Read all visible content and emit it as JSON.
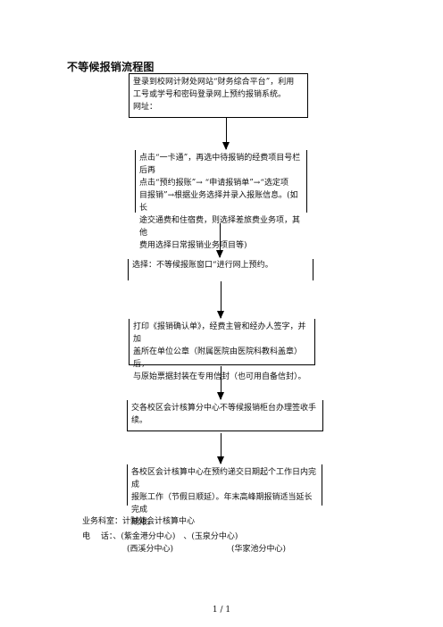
{
  "title": "不等候报销流程图",
  "steps": [
    [
      "登录到校网计财处网站“财务综合平台”，利用",
      "工号或学号和密码登录网上预约报销系统。",
      "网址："
    ],
    [
      "点击“一卡通”，再选中待报销的经费项目号栏后再",
      "点击“预约报账”→ “申请报销单”→“选定项",
      "目报销”→根据业务选择并录入报账信息。(如长",
      "途交通费和住宿费，则选择差旅费业务项，其他",
      "费用选择日常报销业务项目等)"
    ],
    [
      "选择：不等候报账窗口“进行网上预约。"
    ],
    [
      "打印《报销确认单》，经费主管和经办人签字，并加",
      "盖所在单位公章（附属医院由医院科教科盖章）后，",
      "与原始票据封装在专用信封（也可用自备信封）。"
    ],
    [
      "交各校区会计核算分中心不等候报销柜台办理签收手",
      "续。"
    ],
    [
      "各校区会计核算中心在预约递交日期起个工作日内完成",
      "报账工作（节假日顺延）。年末高峰期报销适当延长完成",
      "期限。"
    ]
  ],
  "footer": {
    "line1": "业务科室：计财处会计核算中心",
    "line2": "电　 话：、(紫金港分中心)　、(玉泉分中心)",
    "line3a": "(西溪分中心)",
    "line3b": "(华家池分中心)"
  },
  "page_number": "1 / 1"
}
